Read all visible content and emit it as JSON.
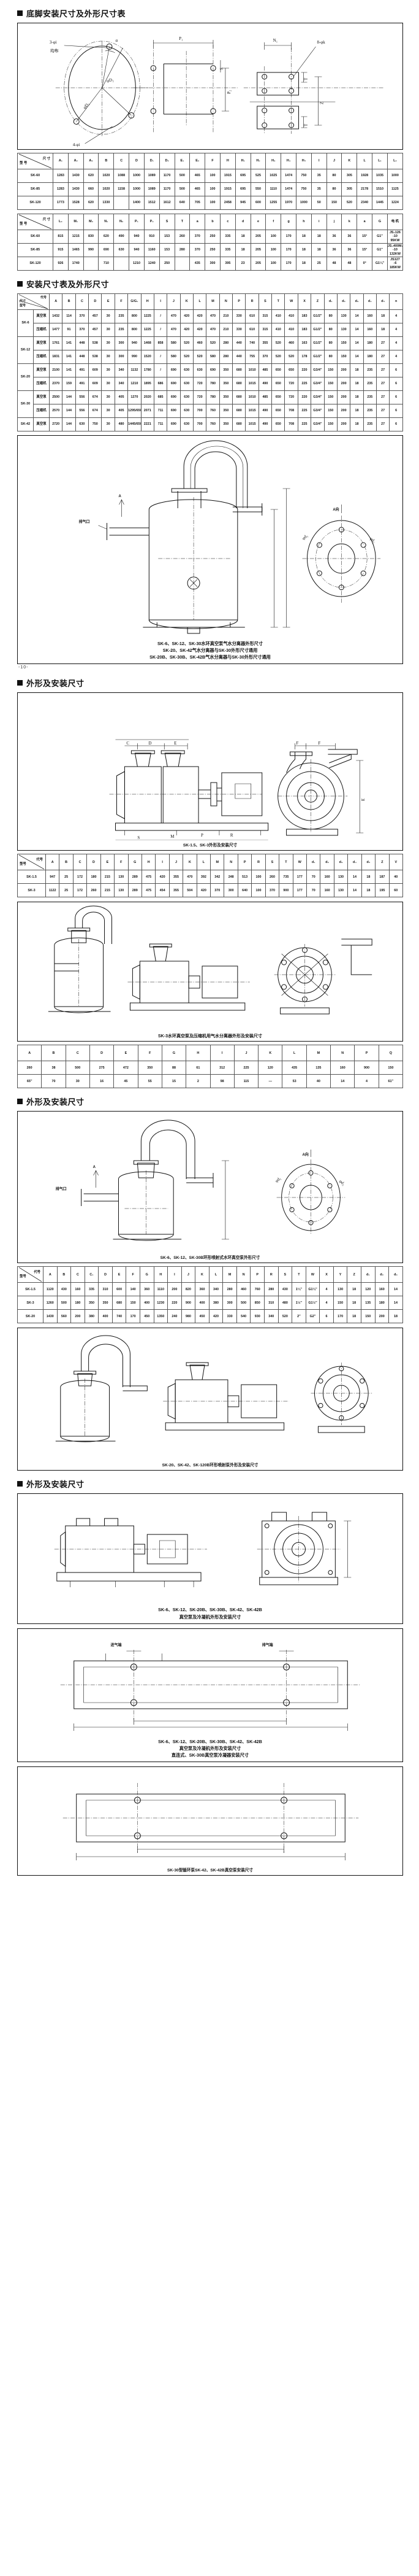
{
  "sections": {
    "s1_title": "底脚安装尺寸及外形尺寸表",
    "s2_title": "安装尺寸表及外形尺寸",
    "s3_title": "外形及安装尺寸",
    "s4_title": "外形及安装尺寸",
    "s5_title": "外形及安装尺寸"
  },
  "fig1": {
    "labels": {
      "three_phi_i": "3-φi",
      "even": "均布",
      "alpha": "α",
      "phi_D2": "φD₂",
      "phi_D1": "φD₁",
      "four_phi_i": "4-φi",
      "P1": "P₁",
      "P2": "P₂",
      "S": "S",
      "N1": "N₁",
      "eight_phi_k": "8-φk",
      "T": "T",
      "Z": "Z"
    }
  },
  "table1": {
    "corner_top": "尺  寸",
    "corner_bottom": "型  号",
    "headers": [
      "A₁",
      "A₂",
      "A₃",
      "B",
      "C",
      "D",
      "D₁",
      "D₂",
      "E₁",
      "E₂",
      "F",
      "H",
      "H₁",
      "H₂",
      "H₃",
      "H₄",
      "H₅",
      "I",
      "J",
      "K",
      "L",
      "L₁",
      "L₂"
    ],
    "rows": [
      {
        "model": "SK-60",
        "values": [
          "1283",
          "1430",
          "620",
          "1020",
          "1088",
          "1000",
          "1089",
          "1170",
          "500",
          "465",
          "100",
          "1915",
          "695",
          "525",
          "1025",
          "1474",
          "750",
          "35",
          "80",
          "305",
          "1928",
          "1035",
          "1000"
        ]
      },
      {
        "model": "SK-85",
        "values": [
          "1283",
          "1430",
          "660",
          "1020",
          "1158",
          "1000",
          "1089",
          "1170",
          "500",
          "465",
          "100",
          "1915",
          "695",
          "550",
          "1110",
          "1474",
          "750",
          "35",
          "80",
          "305",
          "2178",
          "1510",
          "1125"
        ]
      },
      {
        "model": "SK-120",
        "values": [
          "1773",
          "1528",
          "620",
          "1330",
          "",
          "1400",
          "1512",
          "1612",
          "640",
          "705",
          "100",
          "2458",
          "945",
          "600",
          "1255",
          "1970",
          "1000",
          "50",
          "150",
          "520",
          "2340",
          "1445",
          "1224"
        ]
      }
    ]
  },
  "table2": {
    "corner_top": "尺  寸",
    "corner_bottom": "型  号",
    "headers": [
      "L₃",
      "M₁",
      "M₂",
      "N₁",
      "N₂",
      "P₁",
      "P₂",
      "S",
      "T",
      "a",
      "b",
      "c",
      "d",
      "e",
      "f",
      "g",
      "h",
      "i",
      "j",
      "k",
      "a",
      "G",
      "电 机"
    ],
    "rows": [
      {
        "model": "SK-60",
        "values": [
          "815",
          "1215",
          "830",
          "620",
          "490",
          "940",
          "910",
          "153",
          "260",
          "370",
          "250",
          "335",
          "18",
          "205",
          "100",
          "170",
          "18",
          "18",
          "36",
          "36",
          "15°",
          "G1″"
        ],
        "motor": [
          "JS₂126",
          "-10",
          "95KW"
        ]
      },
      {
        "model": "SK-85",
        "values": [
          "915",
          "1465",
          "990",
          "690",
          "630",
          "940",
          "1160",
          "153",
          "280",
          "370",
          "250",
          "335",
          "18",
          "205",
          "100",
          "170",
          "18",
          "18",
          "36",
          "36",
          "15°",
          "G1″"
        ],
        "motor": [
          "JS₄400M₂",
          "-10",
          "132KW"
        ]
      },
      {
        "model": "SK-120",
        "values": [
          "926",
          "1740",
          "",
          "710",
          "",
          "1210",
          "1240",
          "250",
          "",
          "435",
          "300",
          "395",
          "23",
          "205",
          "100",
          "170",
          "18",
          "25",
          "48",
          "48",
          "0°",
          "G1¼″"
        ],
        "motor": [
          "JS127",
          "-6",
          "185KW"
        ]
      }
    ]
  },
  "table3": {
    "corner_top": "代号",
    "corner_mid": "尺寸",
    "corner_bottom": "型号",
    "headers": [
      "A",
      "B",
      "C",
      "D",
      "E",
      "F",
      "G/G₁",
      "H",
      "I",
      "J",
      "K",
      "L",
      "M",
      "N",
      "P",
      "R",
      "S",
      "T",
      "W",
      "X",
      "Z",
      "d₁",
      "d₂",
      "d₃",
      "d₄",
      "d₅",
      "n"
    ],
    "rows": [
      {
        "model": "SK-6",
        "kind": "真空泵",
        "values": [
          "1432",
          "114",
          "370",
          "457",
          "30",
          "235",
          "800",
          "1225",
          "/",
          "470",
          "420",
          "420",
          "470",
          "210",
          "330",
          "610",
          "315",
          "410",
          "410",
          "183",
          "G1/2″",
          "80",
          "130",
          "14",
          "160",
          "18",
          "4"
        ]
      },
      {
        "model": "SK-6",
        "kind": "压缩机",
        "values": [
          "1477",
          "91",
          "370",
          "457",
          "30",
          "235",
          "800",
          "1225",
          "/",
          "470",
          "420",
          "420",
          "470",
          "210",
          "330",
          "610",
          "315",
          "410",
          "410",
          "183",
          "G1/2″",
          "80",
          "130",
          "14",
          "160",
          "18",
          "4"
        ]
      },
      {
        "model": "SK-12",
        "kind": "真空泵",
        "values": [
          "1761",
          "141",
          "448",
          "538",
          "30",
          "300",
          "940",
          "1468",
          "858",
          "580",
          "520",
          "460",
          "520",
          "280",
          "440",
          "740",
          "355",
          "520",
          "460",
          "163",
          "G1/2″",
          "80",
          "150",
          "14",
          "180",
          "27",
          "4"
        ]
      },
      {
        "model": "SK-12",
        "kind": "压缩机",
        "values": [
          "1831",
          "141",
          "448",
          "538",
          "30",
          "300",
          "990",
          "1520",
          "/",
          "580",
          "520",
          "520",
          "580",
          "280",
          "440",
          "755",
          "370",
          "520",
          "520",
          "178",
          "G1/2″",
          "80",
          "150",
          "14",
          "180",
          "27",
          "4"
        ]
      },
      {
        "model": "SK-20",
        "kind": "真空泵",
        "values": [
          "2100",
          "141",
          "491",
          "609",
          "30",
          "340",
          "1132",
          "1780",
          "/",
          "690",
          "630",
          "630",
          "690",
          "350",
          "680",
          "1010",
          "485",
          "650",
          "650",
          "220",
          "G3/4″",
          "150",
          "200",
          "18",
          "235",
          "27",
          "6"
        ]
      },
      {
        "model": "SK-20",
        "kind": "压缩机",
        "values": [
          "2370",
          "159",
          "491",
          "609",
          "30",
          "340",
          "1210",
          "1895",
          "686",
          "690",
          "630",
          "720",
          "780",
          "350",
          "680",
          "1015",
          "490",
          "650",
          "720",
          "225",
          "G3/4″",
          "150",
          "200",
          "18",
          "235",
          "27",
          "6"
        ]
      },
      {
        "model": "SK-30",
        "kind": "真空泵",
        "values": [
          "2500",
          "144",
          "556",
          "674",
          "30",
          "405",
          "1270",
          "2020",
          "685",
          "690",
          "630",
          "720",
          "780",
          "350",
          "680",
          "1010",
          "485",
          "650",
          "720",
          "220",
          "G3/4″",
          "150",
          "200",
          "18",
          "235",
          "27",
          "6"
        ]
      },
      {
        "model": "SK-30",
        "kind": "压缩机",
        "values": [
          "2570",
          "144",
          "556",
          "674",
          "30",
          "405",
          "1295/650",
          "2071",
          "711",
          "690",
          "630",
          "700",
          "760",
          "350",
          "680",
          "1015",
          "490",
          "650",
          "708",
          "225",
          "G3/4″",
          "150",
          "200",
          "18",
          "235",
          "27",
          "6"
        ]
      },
      {
        "model": "SK-42",
        "kind": "真空泵",
        "values": [
          "2720",
          "144",
          "630",
          "750",
          "30",
          "480",
          "1445/650",
          "2221",
          "711",
          "690",
          "630",
          "700",
          "760",
          "350",
          "680",
          "1015",
          "490",
          "650",
          "708",
          "225",
          "G3/4″",
          "150",
          "200",
          "18",
          "235",
          "27",
          "6"
        ]
      }
    ]
  },
  "fig2": {
    "labels": {
      "exhaust": "排气口",
      "inlet": "进气口",
      "A": "A",
      "A_view": "A向",
      "phi_d1": "φd₁",
      "phi_d2": "φd₂"
    },
    "captions": [
      "SK-6、SK-12、SK-30水环真空泵气水分离器外形尺寸",
      "SK-20、SK-42气水分离器与SK-30外形尺寸通用",
      "SK-20B、SK-30B、SK-42B气水分离器与SK-30外形尺寸通用"
    ],
    "pagenum": "-10-"
  },
  "fig3": {
    "caption": "SK-1.5、SK-3外形及安装尺寸",
    "labels": {
      "C": "C",
      "D": "D",
      "E": "E",
      "F": "F",
      "S": "S",
      "M": "M",
      "P": "P",
      "R": "R",
      "T": "T",
      "N": "N"
    }
  },
  "table4": {
    "corner_top": "代号",
    "corner_bottom": "型号",
    "headers": [
      "A",
      "B",
      "C",
      "D",
      "E",
      "F",
      "G",
      "H",
      "I",
      "J",
      "K",
      "L",
      "M",
      "N",
      "P",
      "R",
      "S",
      "T",
      "W",
      "d₁",
      "d₂",
      "d₃",
      "d₄",
      "d₅",
      "Z",
      "V"
    ],
    "rows": [
      {
        "model": "SK-1.5",
        "values": [
          "947",
          "25",
          "172",
          "180",
          "215",
          "130",
          "289",
          "475",
          "420",
          "355",
          "470",
          "392",
          "342",
          "248",
          "513",
          "100",
          "260",
          "735",
          "177",
          "70",
          "160",
          "130",
          "14",
          "18",
          "187",
          "40"
        ]
      },
      {
        "model": "SK-3",
        "values": [
          "1122",
          "25",
          "172",
          "260",
          "215",
          "130",
          "289",
          "475",
          "454",
          "355",
          "504",
          "420",
          "370",
          "300",
          "640",
          "100",
          "370",
          "900",
          "177",
          "70",
          "160",
          "130",
          "14",
          "18",
          "195",
          "60"
        ]
      }
    ]
  },
  "fig4": {
    "caption": "SK-3水环真空泵及压缩机用气水分离器外形及安装尺寸"
  },
  "table5": {
    "headers": [
      "A",
      "B",
      "C",
      "D",
      "E",
      "F",
      "G",
      "H",
      "I",
      "J",
      "K",
      "L",
      "M",
      "N",
      "P",
      "Q"
    ],
    "rows": [
      {
        "values": [
          "260",
          "38",
          "500",
          "275",
          "472",
          "350",
          "88",
          "61",
          "312",
          "225",
          "120",
          "435",
          "135",
          "160",
          "900",
          "150"
        ]
      },
      {
        "values": [
          "85",
          "70",
          "30",
          "16",
          "45",
          "55",
          "15",
          "2",
          "98",
          "115",
          "—",
          "53",
          "40",
          "14",
          "4",
          "—"
        ]
      }
    ],
    "note_left": "65″",
    "note_right": "61″"
  },
  "fig5": {
    "caption": "SK-6、SK-12、SK-30B环形喷射式水环真空泵外形尺寸",
    "labels": {
      "exhaust": "排气口",
      "inlet": "进气口",
      "A": "A",
      "A_view": "A向"
    }
  },
  "table6": {
    "corner_top": "代号",
    "corner_bottom": "型号",
    "headers": [
      "A",
      "B",
      "C",
      "C₁",
      "D",
      "E",
      "F",
      "G",
      "H",
      "I",
      "J",
      "K",
      "L",
      "M",
      "N",
      "P",
      "R",
      "S",
      "T",
      "W",
      "X",
      "Y",
      "Z",
      "d₁",
      "d₂",
      "d₃"
    ],
    "rows": [
      {
        "model": "SK-1.5",
        "values": [
          "1120",
          "430",
          "160",
          "335",
          "310",
          "600",
          "140",
          "360",
          "1110",
          "200",
          "820",
          "360",
          "340",
          "280",
          "460",
          "760",
          "280",
          "430",
          "1¼″",
          "G1¼″",
          "4",
          "130",
          "18",
          "120",
          "160",
          "14"
        ]
      },
      {
        "model": "SK-3",
        "values": [
          "1260",
          "500",
          "180",
          "350",
          "350",
          "680",
          "150",
          "400",
          "1230",
          "220",
          "900",
          "400",
          "380",
          "300",
          "500",
          "850",
          "310",
          "480",
          "1½″",
          "G1½″",
          "4",
          "150",
          "18",
          "135",
          "180",
          "14"
        ]
      },
      {
        "model": "SK-20",
        "values": [
          "1430",
          "560",
          "200",
          "380",
          "400",
          "740",
          "170",
          "450",
          "1350",
          "240",
          "980",
          "450",
          "420",
          "330",
          "540",
          "930",
          "340",
          "520",
          "2″",
          "G2″",
          "6",
          "170",
          "18",
          "150",
          "200",
          "18"
        ]
      }
    ]
  },
  "fig6": {
    "caption": "SK-20、SK-42、SK-120B环形喷射泵外形及安装尺寸"
  },
  "fig7": {
    "caption_lines": [
      "SK-6、SK-12、SK-20B、SK-30B、SK-42、SK-42B",
      "真空泵及冷凝机外形及安装尺寸"
    ]
  },
  "fig8": {
    "caption_lines": [
      "SK-6、SK-12、SK-20B、SK-30B、SK-42、SK-42B",
      "真空泵及冷凝机外形及安装尺寸",
      "直连式、SK-30B真空泵冷凝器安装尺寸"
    ],
    "labels": {
      "left": "进气端",
      "right": "排气端"
    }
  },
  "fig9": {
    "caption": "SK-30型循环泵SK-42、SK-42B真空泵安装尺寸"
  }
}
